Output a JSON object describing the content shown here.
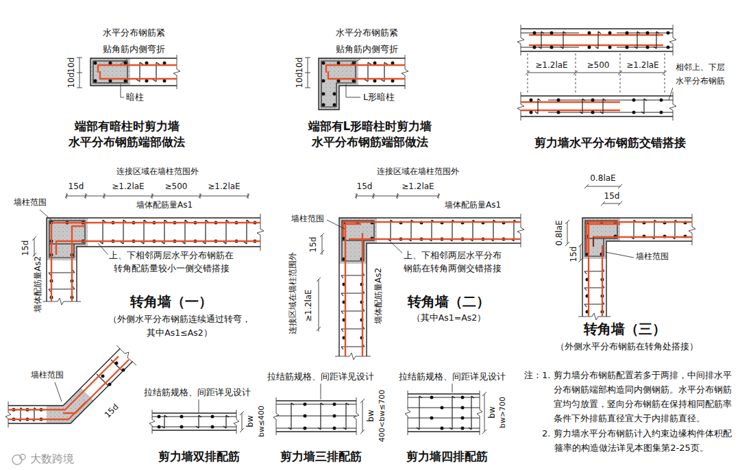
{
  "diagram": {
    "labels": [
      "水平分布钢筋紧 贴角筋内侧弯折",
      "10d",
      "10d",
      "暗柱",
      "端部有暗柱时剪力墙 水平分布钢筋端部做法",
      "水平分布钢筋紧 贴角筋内侧弯折",
      "10d",
      "10d",
      "L形暗柱",
      "端部有L形暗柱时剪力墙 水平分布钢筋端部做法",
      "≥1.2laE",
      "≥500",
      "≥1.2laE",
      "相邻上、下层 水平分布钢筋",
      "剪力墙水平分布钢筋交错搭接",
      "连接区域在墙柱范围外",
      "15d",
      "≥1.2laE",
      "≥500",
      "≥1.2laE",
      "墙柱范围",
      "墙体配筋量As1",
      "15d",
      "上、下相邻两层水平分布钢筋在 转角配筋量较小一侧交错搭接",
      "墙体配筋量As2",
      "转角墙（一）",
      "（外侧水平分布钢筋连续通过转弯， 其中As1≤As2）",
      "连接区域在墙柱范围外",
      "15d",
      "≥1.2laE",
      "墙体配筋量As1",
      "墙柱范围",
      "15d",
      "上、下相邻两层水平分布 钢筋在转角两侧交错搭接",
      "连接区域在墙柱范围外",
      "≥1.2laE",
      "墙体配筋量As2",
      "转角墙（二）",
      "（其中As1=As2）",
      "0.8laE",
      "15d",
      "0.8laE",
      "15d",
      "墙柱范围",
      "转角墙（三）",
      "（外侧水平分布钢筋在转角处搭接）",
      "墙柱范围",
      "15d",
      "拉结筋规格、间距详见设计",
      "bw",
      "bw≤400",
      "剪力墙双排配筋",
      "拉结筋规格、间距详见设计",
      "bw",
      "400<bw≤700",
      "剪力墙三排配筋",
      "拉结筋规格、间距详见设计",
      "bw",
      "bw>700",
      "剪力墙四排配筋",
      "注：1. 剪力墙分布钢筋配置若多于两排，中间排水平分布钢筋端部构造同内侧钢筋。水平分布钢筋宜均匀放置，竖向分布钢筋在保持相同配筋率条件下外排筋直径宜大于内排筋直径。",
      "2. 剪力墙水平分布钢筋计入约束边缘构件体积配箍率的构造做法详见本图集第2-25页。",
      "大数跨境"
    ]
  }
}
